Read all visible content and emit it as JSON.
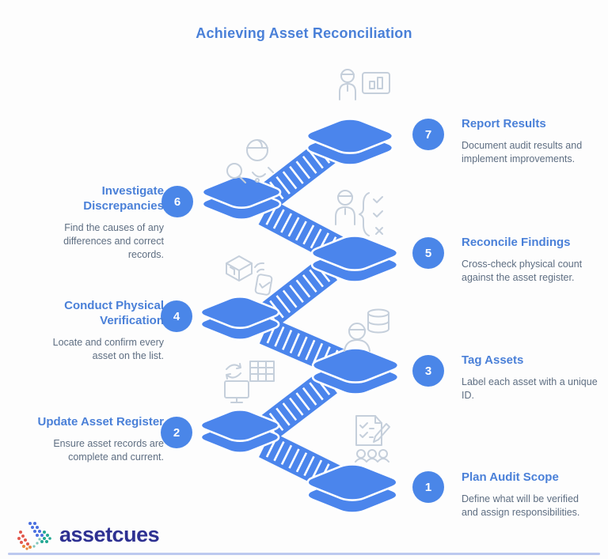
{
  "title": "Achieving Asset Reconciliation",
  "steps": [
    {
      "number": "1",
      "title": "Plan Audit Scope",
      "description": "Define what will be verified and assign responsibilities.",
      "side": "right",
      "icon": "audit-checklist-team-icon"
    },
    {
      "number": "2",
      "title": "Update Asset Register",
      "description": "Ensure asset records are complete and current.",
      "side": "left",
      "icon": "monitor-sync-table-icon"
    },
    {
      "number": "3",
      "title": "Tag Assets",
      "description": "Label each asset with a unique ID.",
      "side": "right",
      "icon": "person-database-icon"
    },
    {
      "number": "4",
      "title": "Conduct Physical Verification",
      "description": "Locate and confirm every asset on the list.",
      "side": "left",
      "icon": "box-verify-icon"
    },
    {
      "number": "5",
      "title": "Reconcile Findings",
      "description": "Cross-check physical count against the asset register.",
      "side": "right",
      "icon": "person-checklist-icon"
    },
    {
      "number": "6",
      "title": "Investigate Discrepancies",
      "description": "Find the causes of any differences and correct records.",
      "side": "left",
      "icon": "search-investigate-icon"
    },
    {
      "number": "7",
      "title": "Report Results",
      "description": "Document audit results and implement improvements.",
      "side": "right",
      "icon": "presenter-chart-icon"
    }
  ],
  "logo": {
    "text": "assetcues"
  },
  "colors": {
    "accent_blue": "#4a80d8",
    "platform_blue": "#4b85ec",
    "circle_blue": "#4a86e8",
    "icon_stroke": "#c5cfdb",
    "description_gray": "#5e6e82",
    "logo_navy": "#2e3192",
    "divider_periwinkle": "#bcc9ef"
  }
}
